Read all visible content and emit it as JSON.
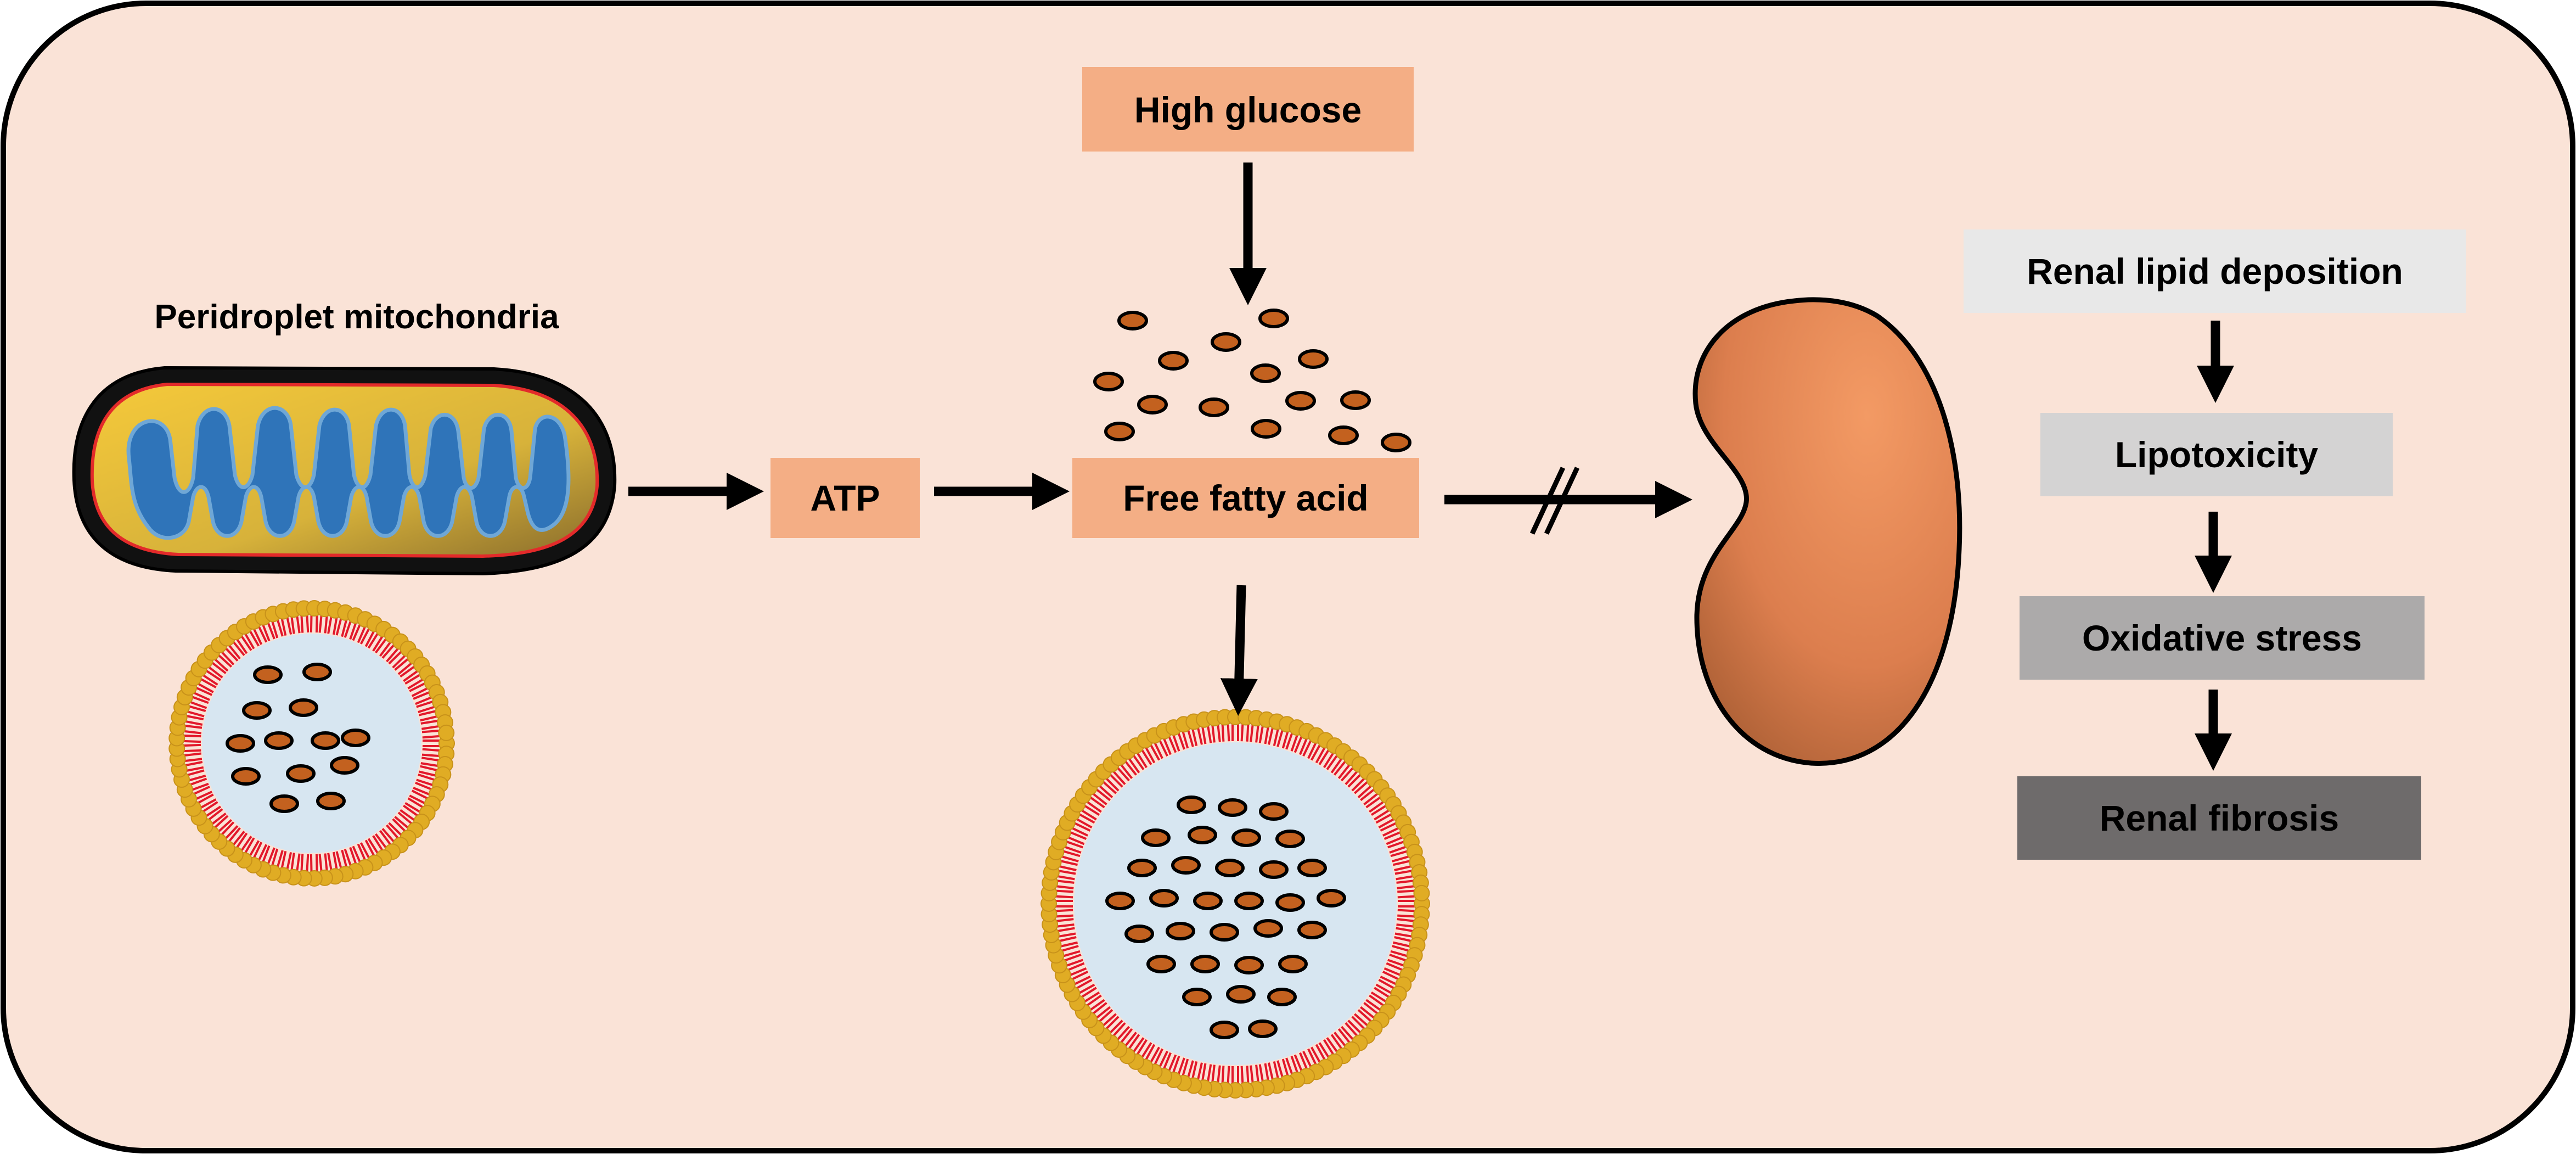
{
  "title": "Peridroplet mitochondria",
  "nodes": {
    "high_glucose": "High glucose",
    "atp": "ATP",
    "free_fatty_acid": "Free fatty acid"
  },
  "pathway": [
    {
      "label": "Renal lipid deposition",
      "color": "#e8e8e8"
    },
    {
      "label": "Lipotoxicity",
      "color": "#d4d3d3"
    },
    {
      "label": "Oxidative stress",
      "color": "#acaaaa"
    },
    {
      "label": "Renal fibrosis",
      "color": "#6e6b6b"
    }
  ],
  "colors": {
    "panel_bg": "#fae3d7",
    "box_orange": "#f4ae85",
    "kidney": "#e8875a",
    "droplet_core": "#d7e6f1",
    "lipid_dot": "#c3611f",
    "phospholipid_head": "#e0ac24",
    "phospholipid_tail": "#e2182a",
    "mito_outer": "#d9b83c",
    "mito_inner": "#2f74b9"
  },
  "icons": [
    "mitochondrion-icon",
    "lipid-droplet-icon",
    "kidney-icon",
    "blocked-arrow-icon"
  ]
}
